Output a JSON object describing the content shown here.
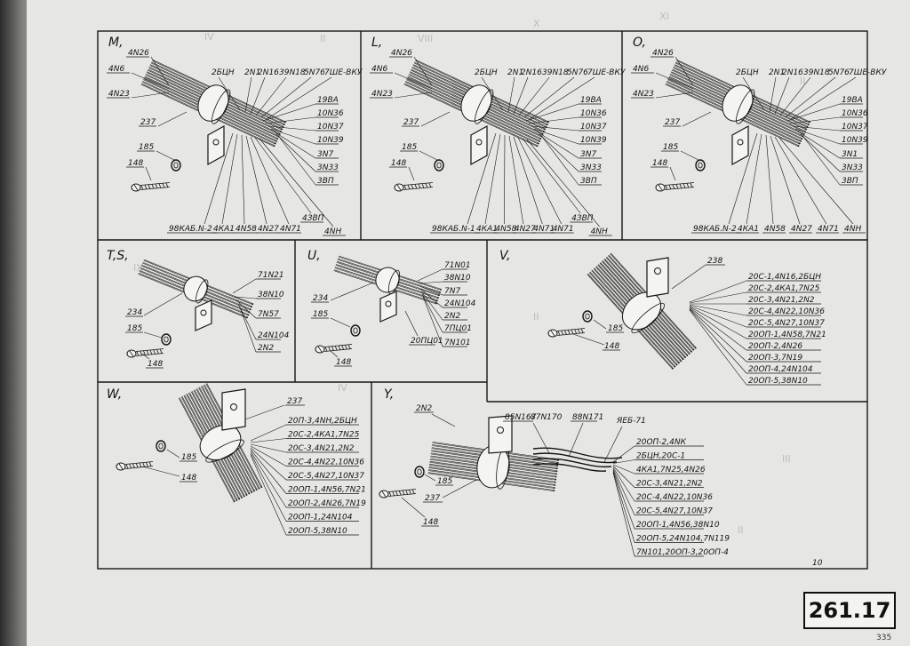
{
  "page_number": "261.17",
  "footer_number": "335",
  "panels": {
    "M": {
      "title": "M,",
      "left_labels": [
        "4N26",
        "4N6",
        "4N23"
      ],
      "top_labels": [
        "2БЦН",
        "2N1",
        "2N16",
        "39N18",
        "5N76",
        "7ШЕ-ВКУ"
      ],
      "right_labels": [
        "19ВА",
        "10N36",
        "10N37",
        "10N39",
        "3N7",
        "3N33",
        "3ВП"
      ],
      "bottom_labels": [
        "98КАБ.N-2",
        "4КА1",
        "4N58",
        "4N27",
        "4N71",
        "4ЗВП",
        "4NН"
      ],
      "part_labels": [
        "237",
        "185",
        "148"
      ]
    },
    "L": {
      "title": "L,",
      "left_labels": [
        "4N26",
        "4N6",
        "4N23"
      ],
      "top_labels": [
        "2БЦН",
        "2N1",
        "2N16",
        "39N18",
        "5N76",
        "7ШЕ-ВКУ"
      ],
      "right_labels": [
        "19ВА",
        "10N36",
        "10N37",
        "10N39",
        "3N7",
        "3N33",
        "3ВП"
      ],
      "bottom_labels": [
        "98КАБ.N-1",
        "4КА1",
        "4N58",
        "4N27",
        "4N71",
        "4N71",
        "4ЗВП",
        "4NН"
      ],
      "part_labels": [
        "237",
        "185",
        "148"
      ]
    },
    "O": {
      "title": "O,",
      "left_labels": [
        "4N26",
        "4N6",
        "4N23"
      ],
      "top_labels": [
        "2БЦН",
        "2N1",
        "2N16",
        "39N18",
        "5N76",
        "7ШЕ-ВКУ"
      ],
      "right_labels": [
        "19ВА",
        "10N36",
        "10N37",
        "10N39",
        "3N1",
        "3N33",
        "3ВП"
      ],
      "bottom_labels": [
        "98КАБ.N-2",
        "4КА1",
        "4N58",
        "4N27",
        "4N71",
        "4NН"
      ],
      "part_labels": [
        "237",
        "185",
        "148"
      ]
    },
    "TS": {
      "title": "T,S,",
      "right_labels": [
        "71N21",
        "38N10",
        "7N57",
        "24N104",
        "2N2"
      ],
      "part_labels": [
        "234",
        "185",
        "148"
      ]
    },
    "U": {
      "title": "U,",
      "right_labels": [
        "71N01",
        "38N10",
        "7N7",
        "24N104",
        "2N2",
        "7ПЦ01",
        "7N101"
      ],
      "bottom_label": "20ПЦ01",
      "part_labels": [
        "234",
        "185",
        "148"
      ]
    },
    "V": {
      "title": "V,",
      "list": [
        "20С-1,4N16,2БЦН",
        "20С-2,4КА1,7N25",
        "20С-3,4N21,2N2",
        "20С-4,4N22,10N36",
        "20С-5,4N27,10N37",
        "20ОП-1,4N58,7N21",
        "20ОП-2,4N26",
        "20ОП-3,7N19",
        "20ОП-4,24N104",
        "20ОП-5,38N10"
      ],
      "part_labels": [
        "238",
        "185",
        "148"
      ]
    },
    "W": {
      "title": "W,",
      "list": [
        "20П-3,4NН,2БЦН",
        "20С-2,4КА1,7N25",
        "20С-3,4N21,2N2",
        "20С-4,4N22,10N36",
        "20С-5,4N27,10N37",
        "20ОП-1,4N56,7N21",
        "20ОП-2,4N26,7N19",
        "20ОП-1,24N104",
        "20ОП-5,38N10"
      ],
      "part_labels": [
        "237",
        "185",
        "148"
      ]
    },
    "Y": {
      "title": "Y,",
      "top_labels": [
        "2N2",
        "85N167",
        "87N170",
        "88N171",
        "ЯЕБ-71"
      ],
      "list": [
        "20ОП-2,4NК",
        "2БЦН,20С-1",
        "4КА1,7N25,4N26",
        "20С-3,4N21,2N2",
        "20С-4,4N22,10N36",
        "20С-5,4N27,10N37",
        "20ОП-1,4N56,38N10",
        "20ОП-5,24N104,7N119",
        "7N101,20ОП-3,20ОП-4"
      ],
      "part_labels": [
        "237",
        "185",
        "148"
      ],
      "scale_label": "10"
    }
  },
  "colors": {
    "ink": "#151515",
    "paper": "#e6e6e3",
    "spine": "#2a2a2a"
  }
}
